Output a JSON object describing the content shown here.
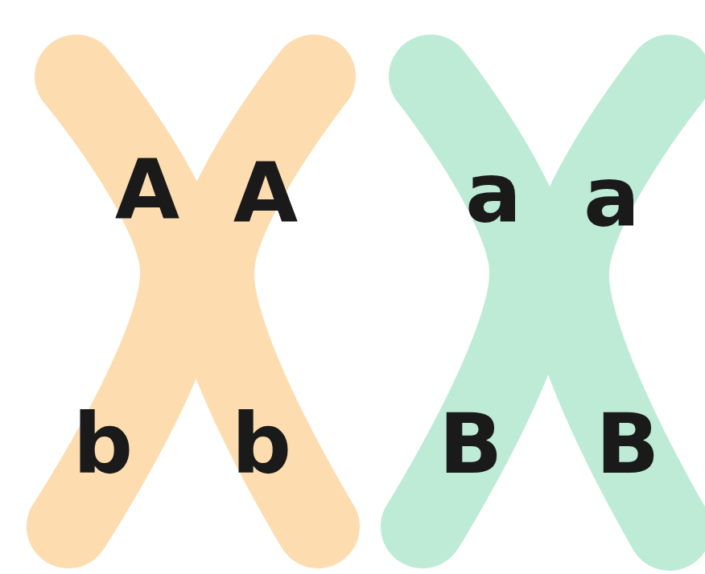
{
  "diagram": {
    "nodes": [
      {
        "text": [
          "A",
          "A",
          "b",
          "b"
        ]
      },
      {
        "text": [
          "a",
          "a",
          "B",
          "B"
        ]
      }
    ]
  }
}
